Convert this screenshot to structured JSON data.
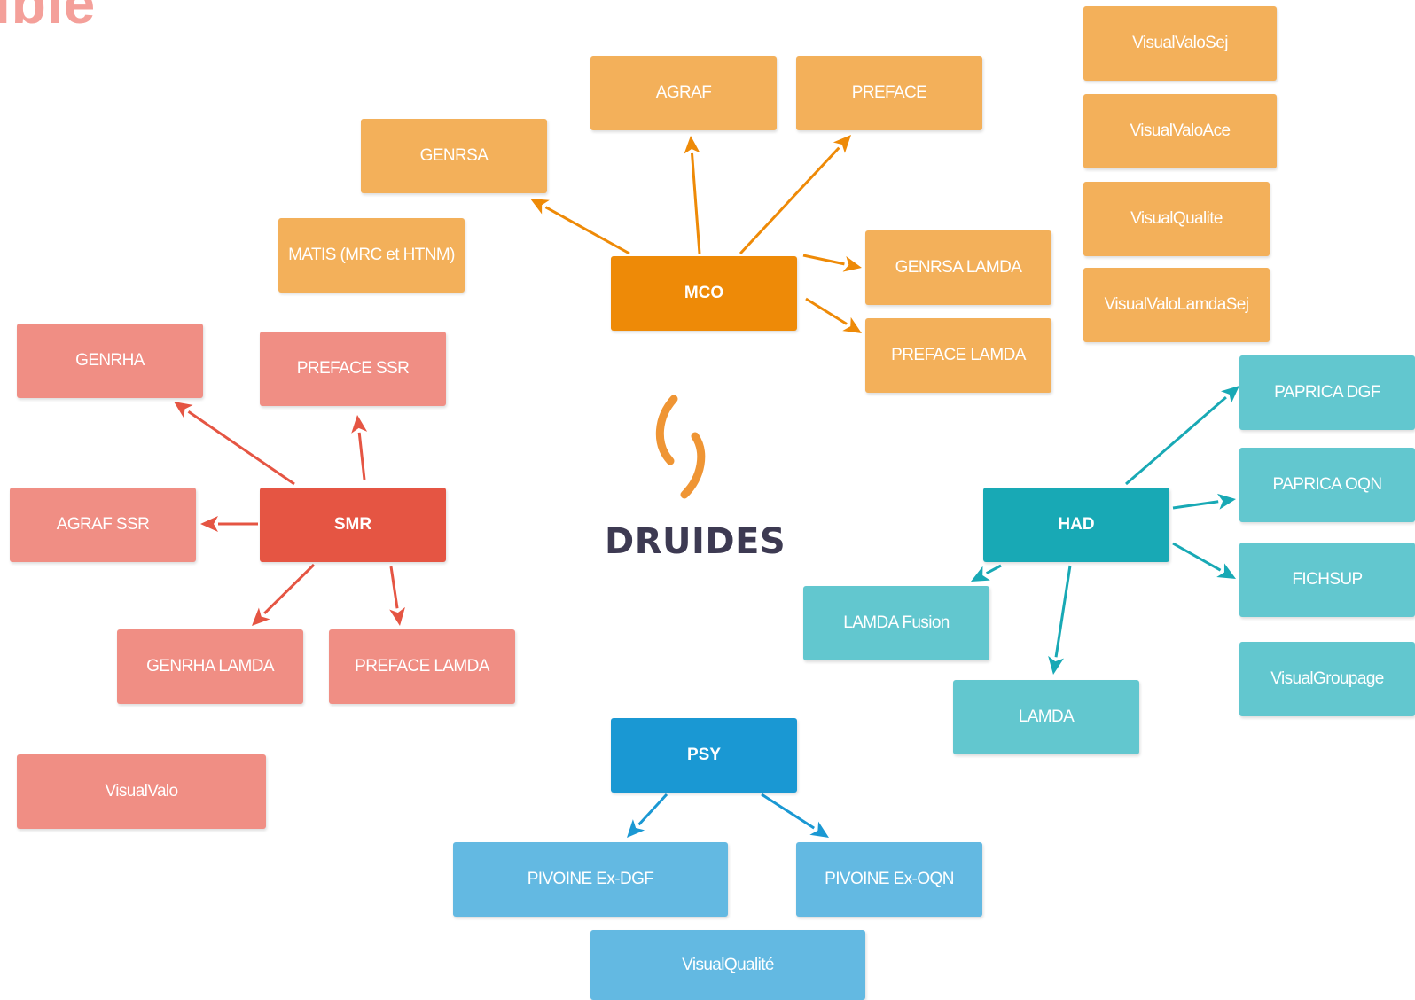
{
  "title_fragment": "ible",
  "logo": {
    "text": "DRUIDES"
  },
  "colors": {
    "mco_hub": "#ee8a07",
    "mco_leaf": "#f3b05a",
    "smr_hub": "#e55543",
    "smr_leaf": "#f08e84",
    "had_hub": "#18a9b5",
    "had_leaf": "#62c7cf",
    "psy_hub": "#1a98d3",
    "psy_leaf": "#63b9e2",
    "logo_mark": "#ec8310",
    "logo_text": "#3d3a52",
    "title_fragment": "#f4a09a"
  },
  "groups": {
    "mco": {
      "hub": "MCO",
      "leaves": [
        "GENRSA",
        "AGRAF",
        "PREFACE",
        "MATIS (MRC et HTNM)",
        "GENRSA LAMDA",
        "PREFACE LAMDA",
        "VisualValoSej",
        "VisualValoAce",
        "VisualQualite",
        "VisualValoLamdaSej"
      ]
    },
    "smr": {
      "hub": "SMR",
      "leaves": [
        "GENRHA",
        "PREFACE SSR",
        "AGRAF SSR",
        "GENRHA LAMDA",
        "PREFACE LAMDA",
        "VisualValo"
      ]
    },
    "had": {
      "hub": "HAD",
      "leaves": [
        "PAPRICA DGF",
        "PAPRICA OQN",
        "FICHSUP",
        "VisualGroupage",
        "LAMDA Fusion",
        "LAMDA"
      ]
    },
    "psy": {
      "hub": "PSY",
      "leaves": [
        "PIVOINE Ex-DGF",
        "PIVOINE Ex-OQN",
        "VisualQualité"
      ]
    }
  }
}
